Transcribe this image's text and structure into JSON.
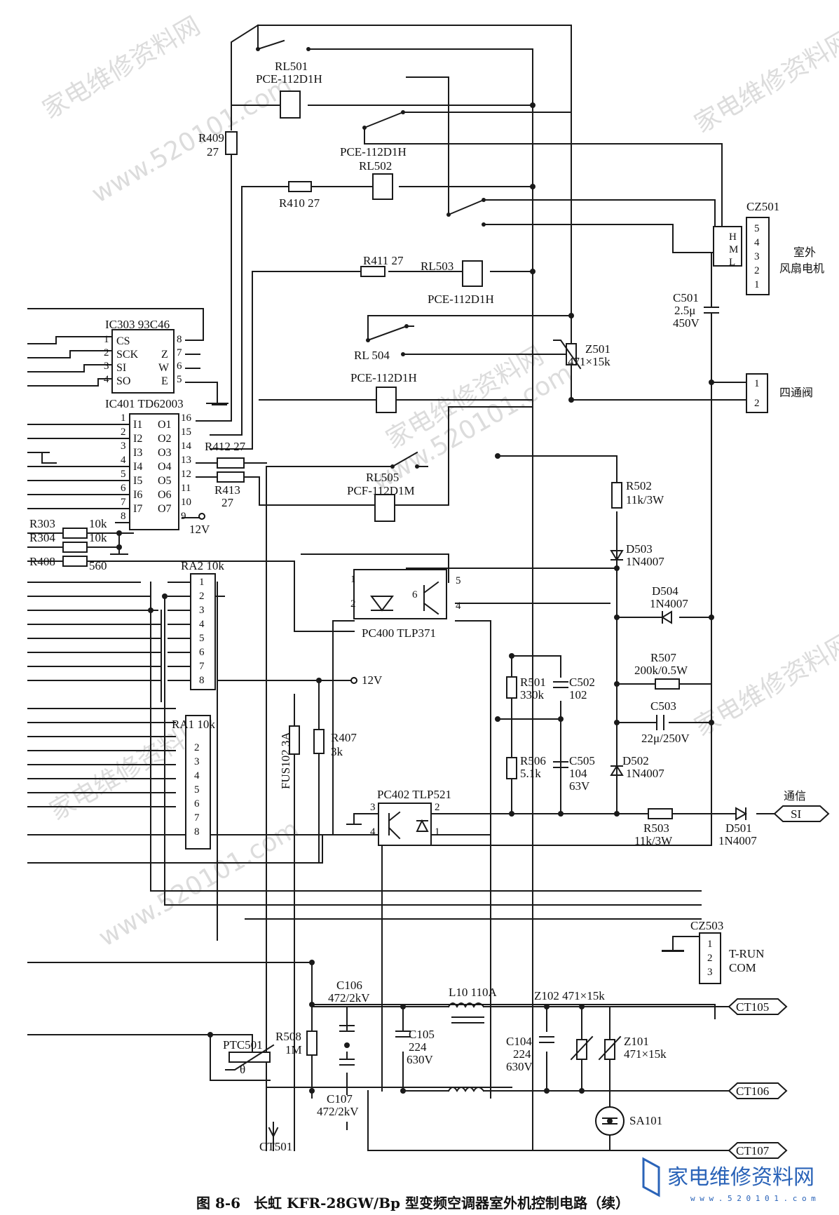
{
  "caption": {
    "fig": "图 8-6",
    "text": "长虹 KFR-28GW/Bp 型变频空调器室外机控制电路（续）"
  },
  "watermark": {
    "site": "www.520101.com",
    "name": "家电维修资料网"
  },
  "logo": {
    "name": "家电维修资料网",
    "url": "w w w . 5 2 0 1 0 1 . c o m"
  },
  "relays": {
    "rl501": {
      "ref": "RL501",
      "model": "PCE-112D1H"
    },
    "rl502": {
      "ref": "RL502",
      "model": "PCE-112D1H"
    },
    "rl503": {
      "ref": "RL503",
      "model": "PCE-112D1H"
    },
    "rl504": {
      "ref": "RL 504",
      "model": "PCE-112D1H"
    },
    "rl505": {
      "ref": "RL505",
      "model": "PCF-112D1M"
    }
  },
  "resistors": {
    "r409": {
      "ref": "R409",
      "val": "27"
    },
    "r410": "R410 27",
    "r411": "R411 27",
    "r412": "R412 27",
    "r413": {
      "ref": "R413",
      "val": "27"
    },
    "r303": {
      "ref": "R303",
      "val": "10k"
    },
    "r304": {
      "ref": "R304",
      "val": "10k"
    },
    "r408": {
      "ref": "R408",
      "val": "560"
    },
    "r502": {
      "ref": "R502",
      "val": "11k/3W"
    },
    "r507": {
      "ref": "R507",
      "val": "200k/0.5W"
    },
    "r501": {
      "ref": "R501",
      "val": "330k"
    },
    "r506": {
      "ref": "R506",
      "val": "5.1k"
    },
    "r503": {
      "ref": "R503",
      "val": "11k/3W"
    },
    "r407": {
      "ref": "R407",
      "val": "3k"
    },
    "r508": {
      "ref": "R508",
      "val": "1M"
    }
  },
  "capacitors": {
    "c501": {
      "ref": "C501",
      "val": "2.5μ",
      "volt": "450V"
    },
    "c502": {
      "ref": "C502",
      "val": "102"
    },
    "c503": {
      "ref": "C503",
      "val": "22μ/250V"
    },
    "c505": {
      "ref": "C505",
      "val": "104",
      "volt": "63V"
    },
    "c106": {
      "ref": "C106",
      "val": "472/2kV"
    },
    "c107": {
      "ref": "C107",
      "val": "472/2kV"
    },
    "c105": {
      "ref": "C105",
      "val": "224",
      "volt": "630V"
    },
    "c104": {
      "ref": "C104",
      "val": "224",
      "volt": "630V"
    }
  },
  "diodes": {
    "d503": {
      "ref": "D503",
      "val": "1N4007"
    },
    "d504": {
      "ref": "D504",
      "val": "1N4007"
    },
    "d502": {
      "ref": "D502",
      "val": "1N4007"
    },
    "d501": {
      "ref": "D501",
      "val": "1N4007"
    }
  },
  "varistors": {
    "z501": {
      "ref": "Z501",
      "val": "471×15k"
    },
    "z102": "Z102 471×15k",
    "z101": {
      "ref": "Z101",
      "val": "471×15k"
    }
  },
  "ics": {
    "ic303": "IC303 93C46",
    "ic303_left": [
      "CS",
      "SCK",
      "SI",
      "SO"
    ],
    "ic303_right": [
      "Z",
      "W",
      "E"
    ],
    "ic303_lpins": [
      "1",
      "2",
      "3",
      "4"
    ],
    "ic303_rpins": [
      "8",
      "7",
      "6",
      "5"
    ],
    "ic401": "IC401 TD62003",
    "ic401_in": [
      "I1",
      "I2",
      "I3",
      "I4",
      "I5",
      "I6",
      "I7"
    ],
    "ic401_out": [
      "O1",
      "O2",
      "O3",
      "O4",
      "O5",
      "O6",
      "O7"
    ],
    "ic401_lpins": [
      "1",
      "2",
      "3",
      "4",
      "5",
      "6",
      "7",
      "8"
    ],
    "ic401_rpins": [
      "16",
      "15",
      "14",
      "13",
      "12",
      "11",
      "10",
      "9"
    ]
  },
  "arrays": {
    "ra2": "RA2 10k",
    "ra1": "RA1 10k",
    "pins": [
      "1",
      "2",
      "3",
      "4",
      "5",
      "6",
      "7",
      "8"
    ]
  },
  "optos": {
    "pc400": "PC400 TLP371",
    "pc402": "PC402 TLP521",
    "pc400_pins": [
      "1",
      "2",
      "6",
      "5",
      "4"
    ],
    "pc402_pins": [
      "3",
      "4",
      "2",
      "1"
    ]
  },
  "connectors": {
    "cz501": {
      "ref": "CZ501",
      "pins": [
        "5",
        "4",
        "3",
        "2",
        "1"
      ],
      "taps": [
        "H",
        "M",
        "L"
      ],
      "label1": "室外",
      "label2": "风扇电机"
    },
    "valve": {
      "pins": [
        "1",
        "2"
      ],
      "label": "四通阀"
    },
    "cz503": {
      "ref": "CZ503",
      "pins": [
        "1",
        "2",
        "3"
      ],
      "t1": "T-RUN",
      "t2": "COM"
    },
    "si": {
      "label": "通信",
      "tag": "SI"
    },
    "ct105": "CT105",
    "ct106": "CT106",
    "ct107": "CT107",
    "ct501": "CT501"
  },
  "misc": {
    "v12a": "12V",
    "v12b": "12V",
    "fuse": "FUS102 3A",
    "ptc": "PTC501",
    "ptc_sym": "θ",
    "l10": "L10 110A",
    "sa101": "SA101"
  }
}
